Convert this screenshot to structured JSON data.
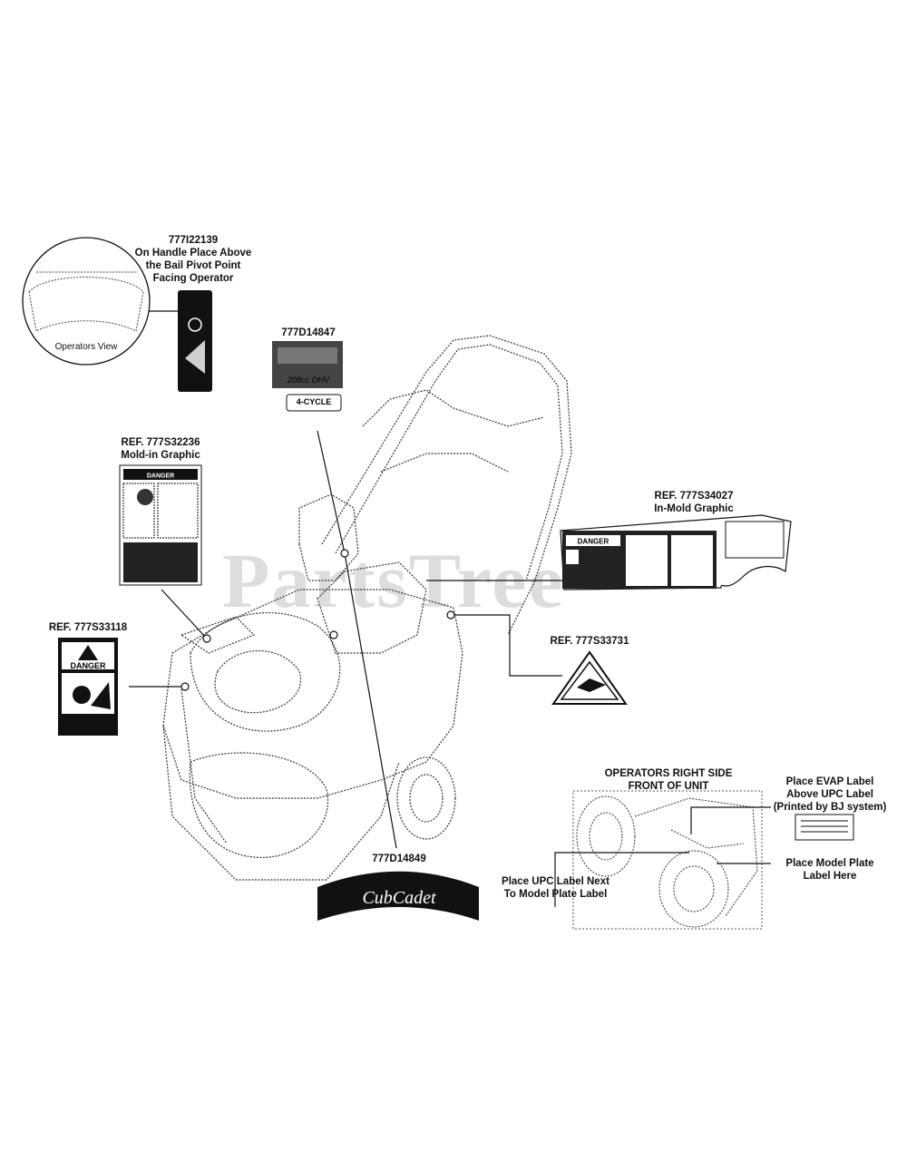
{
  "labels": {
    "handle_decal": "777I22139\nOn Handle Place Above\nthe Bail Pivot Point\nFacing Operator",
    "operators_view": "Operators View",
    "engine_decal": "777D14847",
    "engine_text_1": "208cc OHV",
    "engine_text_2": "4-CYCLE",
    "mold_in_ref": "REF. 777S32236\nMold-in Graphic",
    "mold_in_danger": "DANGER",
    "in_mold_ref": "REF.  777S34027\nIn-Mold Graphic",
    "in_mold_danger": "DANGER",
    "danger_ref": "REF. 777S33118",
    "danger_word": "DANGER",
    "triangle_ref": "REF. 777S33731",
    "brand_decal": "777D14849",
    "brand_name": "CubCadet",
    "detail_title": "OPERATORS RIGHT SIDE\nFRONT OF UNIT",
    "evap_label": "Place EVAP Label\nAbove UPC Label\n(Printed by BJ system)",
    "model_plate": "Place Model Plate\nLabel Here",
    "upc_label": "Place UPC Label Next\nTo Model Plate Label"
  },
  "watermark": "PartsTree"
}
